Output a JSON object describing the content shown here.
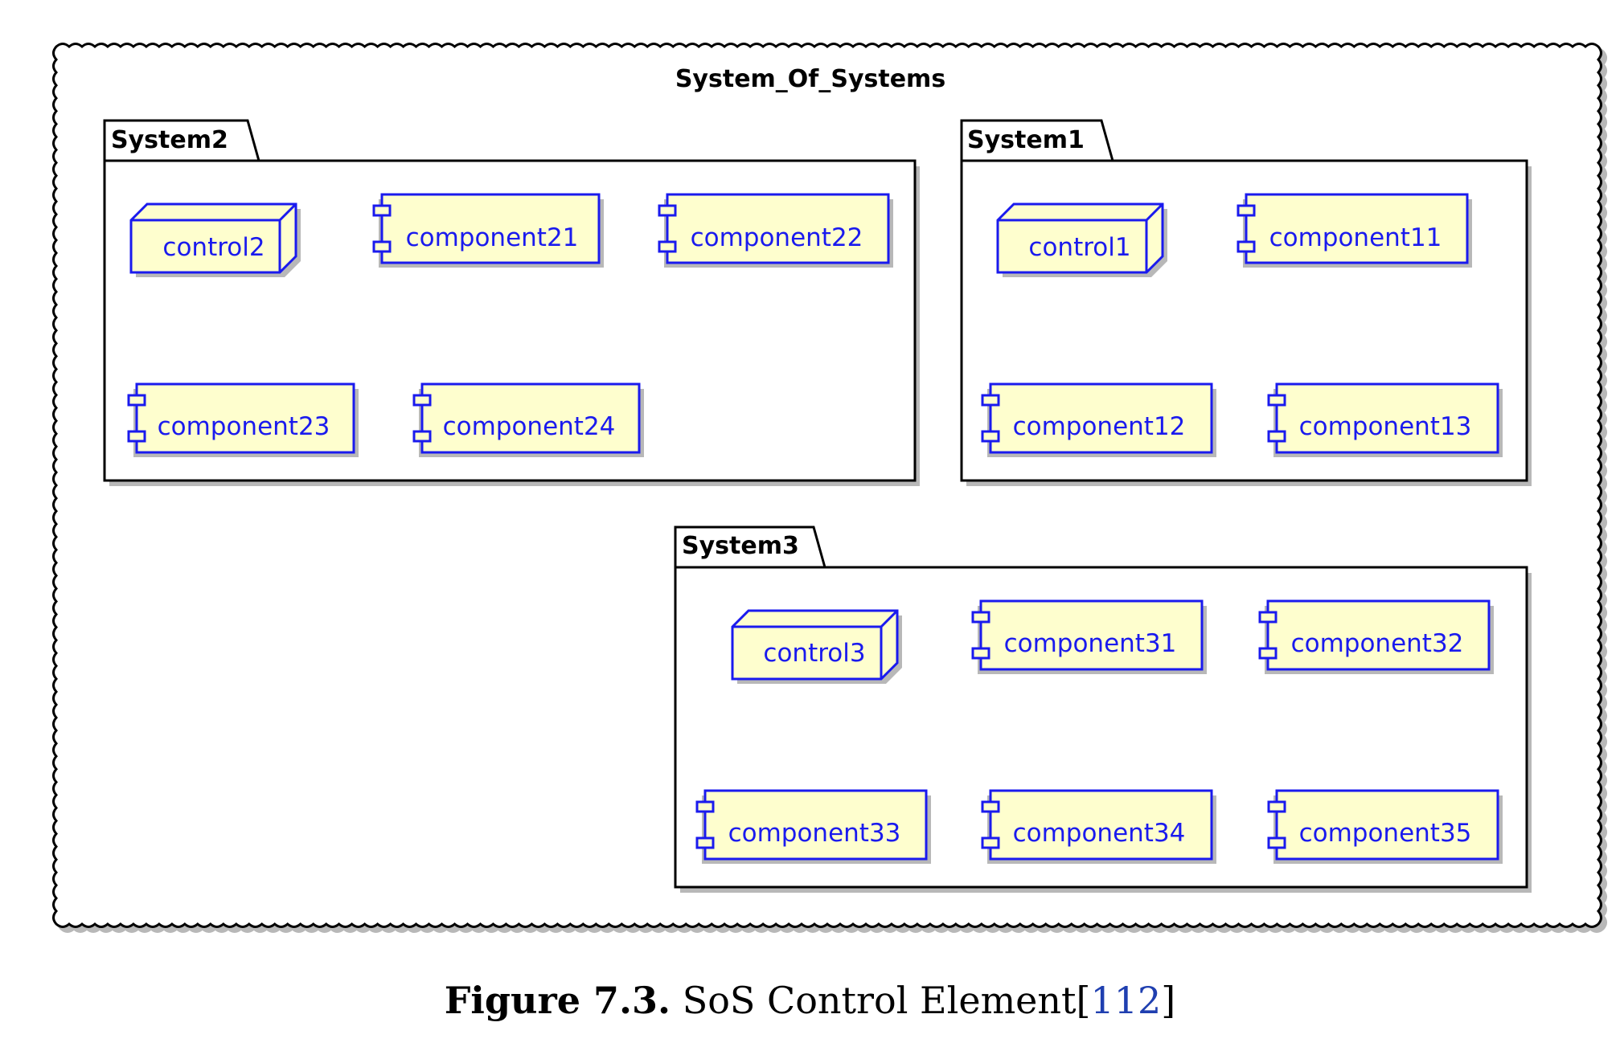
{
  "diagram": {
    "cloud_title": "System_Of_Systems",
    "colors": {
      "stroke": "#1a1aee",
      "fill": "#fefece",
      "shadow": "#b8b8b8",
      "package_stroke": "#000000"
    },
    "packages": [
      {
        "title": "System2",
        "elements": [
          {
            "type": "node",
            "label": "control2"
          },
          {
            "type": "component",
            "label": "component21"
          },
          {
            "type": "component",
            "label": "component22"
          },
          {
            "type": "component",
            "label": "component23"
          },
          {
            "type": "component",
            "label": "component24"
          }
        ]
      },
      {
        "title": "System1",
        "elements": [
          {
            "type": "node",
            "label": "control1"
          },
          {
            "type": "component",
            "label": "component11"
          },
          {
            "type": "component",
            "label": "component12"
          },
          {
            "type": "component",
            "label": "component13"
          }
        ]
      },
      {
        "title": "System3",
        "elements": [
          {
            "type": "node",
            "label": "control3"
          },
          {
            "type": "component",
            "label": "component31"
          },
          {
            "type": "component",
            "label": "component32"
          },
          {
            "type": "component",
            "label": "component33"
          },
          {
            "type": "component",
            "label": "component34"
          },
          {
            "type": "component",
            "label": "component35"
          }
        ]
      }
    ]
  },
  "caption": {
    "label": "Figure 7.3.",
    "text": "SoS Control Element",
    "ref_open": "[",
    "ref": "112",
    "ref_close": "]"
  }
}
